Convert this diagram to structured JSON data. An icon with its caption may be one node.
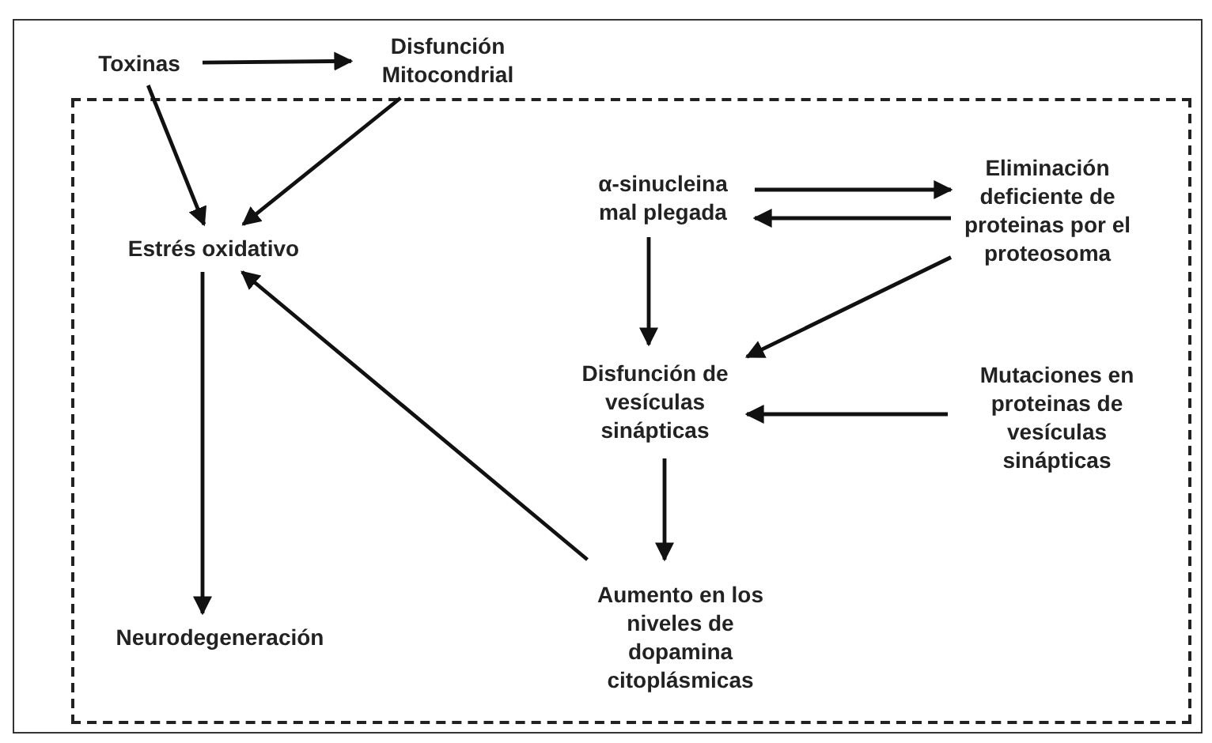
{
  "diagram": {
    "nodes": [
      {
        "text": [
          "Toxinas"
        ]
      },
      {
        "text": [
          "Disfunción Mitocondrial"
        ]
      },
      {
        "text": [],
        "shape": "box"
      },
      {
        "text": [
          "Estrés oxidativo"
        ],
        "in": 2
      },
      {
        "text": [
          "α-sinucleina mal plegada"
        ],
        "in": 2
      },
      {
        "text": [
          "Eliminación deficiente de proteinas por el proteosoma"
        ],
        "in": 2
      },
      {
        "text": [
          "Disfunción de vesículas sinápticas"
        ],
        "in": 2
      },
      {
        "text": [
          "Mutaciones en proteinas de vesículas sinápticas"
        ],
        "in": 2
      },
      {
        "text": [
          "Neurodegeneración"
        ],
        "in": 2
      },
      {
        "text": [
          "Aumento en los niveles de dopamina citoplásmicas"
        ],
        "in": 2
      }
    ],
    "edges": [
      {
        "from": 0,
        "to": 1,
        "arrow": "to"
      },
      {
        "from": 0,
        "to": 3,
        "arrow": "to"
      },
      {
        "from": 1,
        "to": 3,
        "arrow": "to"
      },
      {
        "from": 3,
        "to": 8,
        "arrow": "to"
      },
      {
        "from": 9,
        "to": 3,
        "arrow": "to"
      },
      {
        "from": 4,
        "to": 5,
        "arrow": "to"
      },
      {
        "from": 5,
        "to": 4,
        "arrow": "to"
      },
      {
        "from": 4,
        "to": 6,
        "arrow": "to"
      },
      {
        "from": 5,
        "to": 6,
        "arrow": "to"
      },
      {
        "from": 7,
        "to": 6,
        "arrow": "to"
      },
      {
        "from": 6,
        "to": 9,
        "arrow": "to"
      }
    ]
  }
}
